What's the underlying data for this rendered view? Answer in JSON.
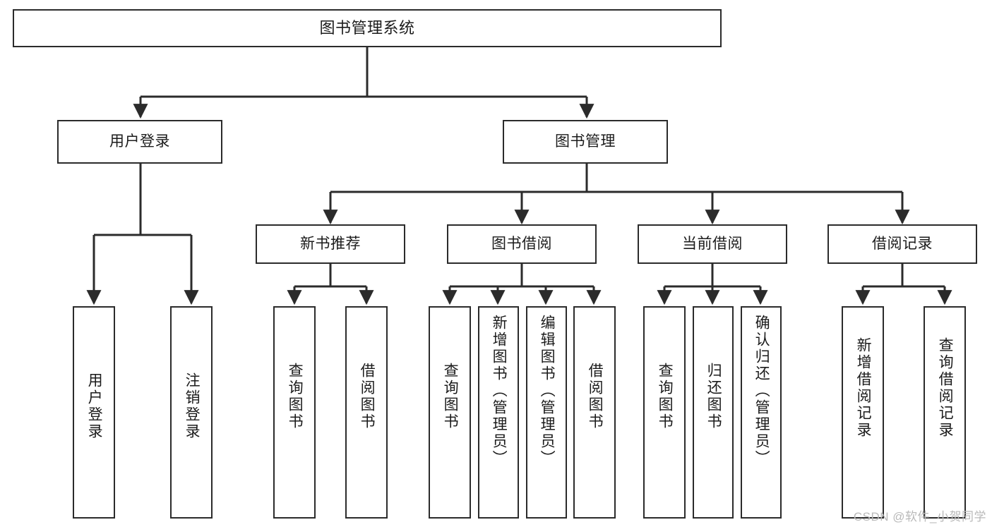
{
  "diagram": {
    "type": "tree-hierarchy",
    "root": {
      "id": "root",
      "label": "图书管理系统"
    },
    "level2": [
      {
        "id": "user-login",
        "label": "用户登录"
      },
      {
        "id": "book-manage",
        "label": "图书管理"
      }
    ],
    "level3": [
      {
        "id": "new-book-recommend",
        "label": "新书推荐",
        "parent": "book-manage"
      },
      {
        "id": "book-borrow",
        "label": "图书借阅",
        "parent": "book-manage"
      },
      {
        "id": "current-borrow",
        "label": "当前借阅",
        "parent": "book-manage"
      },
      {
        "id": "borrow-record",
        "label": "借阅记录",
        "parent": "book-manage"
      }
    ],
    "leaves": [
      {
        "id": "leaf-user-login",
        "label": "用户登录",
        "parent": "user-login"
      },
      {
        "id": "leaf-logout-login",
        "label": "注销登录",
        "parent": "user-login"
      },
      {
        "id": "leaf-query-book-1",
        "label": "查询图书",
        "parent": "new-book-recommend"
      },
      {
        "id": "leaf-borrow-book-1",
        "label": "借阅图书",
        "parent": "new-book-recommend"
      },
      {
        "id": "leaf-query-book-2",
        "label": "查询图书",
        "parent": "book-borrow"
      },
      {
        "id": "leaf-add-book",
        "label": "新增图书（管理员）",
        "parent": "book-borrow"
      },
      {
        "id": "leaf-edit-book",
        "label": "编辑图书（管理员）",
        "parent": "book-borrow"
      },
      {
        "id": "leaf-borrow-book-2",
        "label": "借阅图书",
        "parent": "book-borrow"
      },
      {
        "id": "leaf-query-book-3",
        "label": "查询图书",
        "parent": "current-borrow"
      },
      {
        "id": "leaf-return-book",
        "label": "归还图书",
        "parent": "current-borrow"
      },
      {
        "id": "leaf-confirm-return",
        "label": "确认归还（管理员）",
        "parent": "current-borrow"
      },
      {
        "id": "leaf-add-record",
        "label": "新增借阅记录",
        "parent": "borrow-record"
      },
      {
        "id": "leaf-query-record",
        "label": "查询借阅记录",
        "parent": "borrow-record"
      }
    ],
    "watermark": "CSDN @软件_小贺同学",
    "colors": {
      "stroke": "#2b2b2b",
      "text": "#1b1b1b",
      "background": "#ffffff",
      "watermark": "#b9b9b9"
    }
  }
}
